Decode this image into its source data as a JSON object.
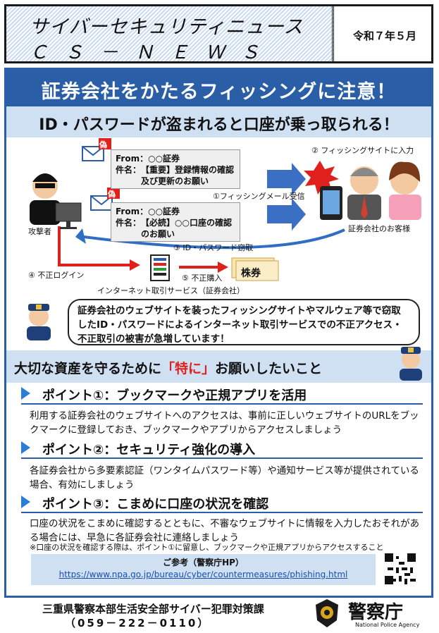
{
  "header": {
    "title": "サイバーセキュリティニュース",
    "subtitle": "ＣＳ－ＮＥＷＳ",
    "date": "令和７年５月"
  },
  "headline": "証券会社をかたるフィッシングに注意！",
  "subheadline": "ID・パスワードが盗まれると口座が乗っ取られる！",
  "diagram": {
    "fake_stamp": "偽",
    "mail1": {
      "from": "From：○○証券",
      "subject_label": "件名：",
      "subject": "【重要】登録情報の確認及び更新のお願い"
    },
    "mail2": {
      "from": "From：○○証券",
      "subject_label": "件名：",
      "subject": "【必読】○○口座の確認のお願い"
    },
    "attacker": "攻撃者",
    "step1": "①フィッシングメール受信",
    "step2": "② フィッシングサイトに入力",
    "step3": "③ ID・パスワード窃取",
    "step4": "④ 不正ログイン",
    "step5": "⑤ 不正購入",
    "customer": "証券会社のお客様",
    "service": "インターネット取引サービス（証券会社）",
    "stock": "株券"
  },
  "bubble_text": "証券会社のウェブサイトを装ったフィッシングサイトやマルウェア等で窃取したID・パスワードによるインターネット取引サービスでの不正アクセス・不正取引の被害が急増しています！",
  "request": {
    "before": "大切な資産を守るために",
    "highlight": "「特に」",
    "after": "お願いしたいこと"
  },
  "points": [
    {
      "title": "ポイント①：ブックマークや正規アプリを活用",
      "body": "利用する証券会社のウェブサイトへのアクセスは、事前に正しいウェブサイトのURLをブックマークに登録しておき、ブックマークやアプリからアクセスしましょう"
    },
    {
      "title": "ポイント②：セキュリティ強化の導入",
      "body": "各証券会社から多要素認証（ワンタイムパスワード等）や通知サービス等が提供されている場合、有効にしましょう"
    },
    {
      "title": "ポイント③：こまめに口座の状況を確認",
      "body": "口座の状況をこまめに確認するとともに、不審なウェブサイトに情報を入力したおそれがある場合には、早急に各証券会社に連絡しましょう"
    }
  ],
  "note": "※口座の状況を確認する際は、ポイント①に留意し、ブックマークや正規アプリからアクセスすること",
  "reference": {
    "title": "ご参考（警察庁HP）",
    "url": "https://www.npa.go.jp/bureau/cyber/countermeasures/phishing.html"
  },
  "footer": {
    "org": "三重県警察本部生活安全部サイバー犯罪対策課",
    "tel": "（059－222－0110）",
    "agency_name": "警察庁",
    "agency_en": "National Police Agency"
  },
  "colors": {
    "primary": "#2a5fa8",
    "light_blue": "#cfe0f3",
    "highlight": "#e0201b"
  }
}
